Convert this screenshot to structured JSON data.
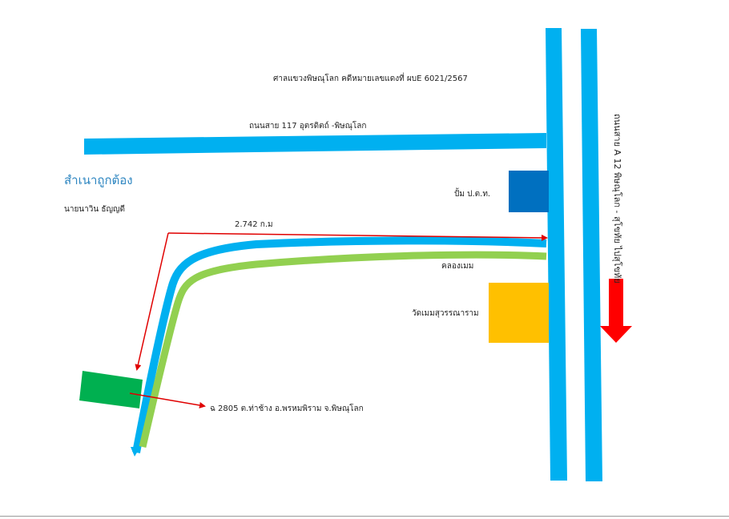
{
  "header": {
    "court_title": "ศาลแขวงพิษณุโลก คดีหมายเลขแดงที่ ผบE 6021/2567"
  },
  "roads": {
    "road_117": "ถนนสาย 117 อุตรดิตถ์ -พิษณุโลก",
    "road_a12": "ถนนสาย A 12 พิษณุโลก - สุโขทัย ไปสุโขทัย"
  },
  "stamp": {
    "certified": "สำเนาถูกต้อง",
    "name": "นายนาวิน ธัญญดี"
  },
  "landmarks": {
    "pump": "ปั้ม ป.ต.ท.",
    "canal": "คลองเมม",
    "temple": "วัดเมมสุวรรณาราม",
    "parcel": "ฉ 2805 ต.ท่าช้าง อ.พรหมพิราม จ.พิษณุโลก"
  },
  "distance": {
    "label": "2.742 ก.ม"
  },
  "colors": {
    "road": "#00b0f0",
    "canal": "#92d050",
    "pump": "#0070c0",
    "temple": "#ffc000",
    "parcel": "#00b050",
    "arrow": "#ff0000",
    "measure_line": "#e00000"
  },
  "icons": {
    "direction_arrow": "down-arrow-icon"
  }
}
